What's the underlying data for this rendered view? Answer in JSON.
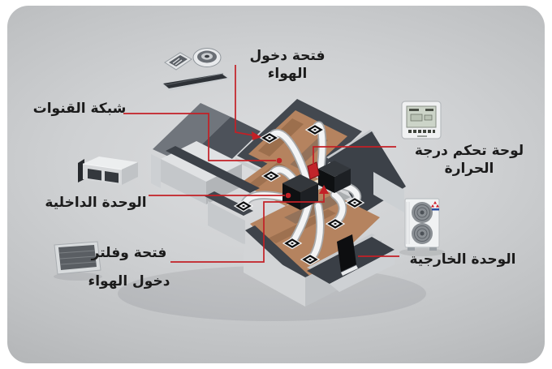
{
  "diagram": {
    "type": "hvac-ducted-air-conditioning-cutaway",
    "labels": {
      "air_inlet": "فتحة دخول الهواء",
      "duct_network": "شبكة القنوات",
      "indoor_unit": "الوحدة الداخلية",
      "air_inlet_filter_line1": "فتحة وفلتر",
      "air_inlet_filter_line2": "دخول الهواء",
      "temperature_control": "لوحة تحكم درجة الحرارة",
      "outdoor_unit": "الوحدة الخارجية"
    },
    "icons": [
      "square-ceiling-diffuser-icon",
      "round-ceiling-diffuser-icon",
      "linear-grille-icon",
      "ducted-indoor-unit-icon",
      "air-filter-icon",
      "thermostat-icon",
      "outdoor-unit-icon"
    ],
    "colors": {
      "connector_red": "#c32026",
      "label_text": "#1b1b1b",
      "floor_tan": "#b5835f",
      "roof_dark": "#41464d",
      "wall_light": "#d5d7d9",
      "duct_white": "#f3f4f5",
      "background_gray": "#c7c9cb"
    }
  }
}
